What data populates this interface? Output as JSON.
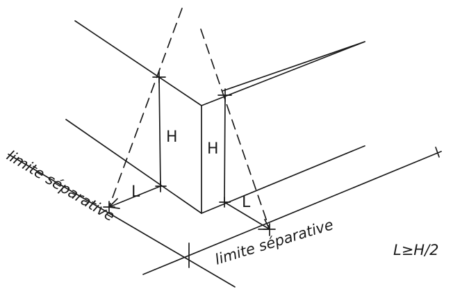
{
  "labels": {
    "height_left": "H",
    "height_right": "H",
    "distance_left": "L",
    "distance_right": "L",
    "boundary_left": "limite séparative",
    "boundary_right": "limite séparative",
    "rule": "L≥H/2"
  },
  "colors": {
    "ink": "#1a1a1a",
    "paper": "#ffffff"
  }
}
